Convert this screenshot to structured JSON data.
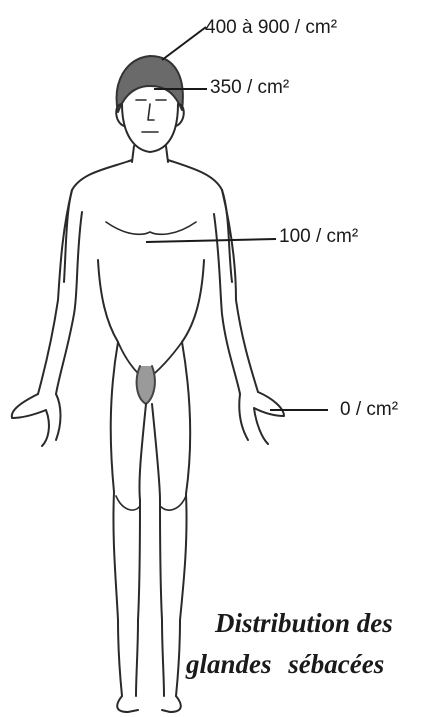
{
  "labels": {
    "scalp": "400 à 900 / cm²",
    "face": "350 / cm²",
    "trunk": "100 / cm²",
    "palm": "0 / cm²"
  },
  "caption": {
    "line1": "Distribution des",
    "line2": "glandes sébacées"
  },
  "colors": {
    "ink": "#1a1a1a",
    "background": "#ffffff"
  }
}
